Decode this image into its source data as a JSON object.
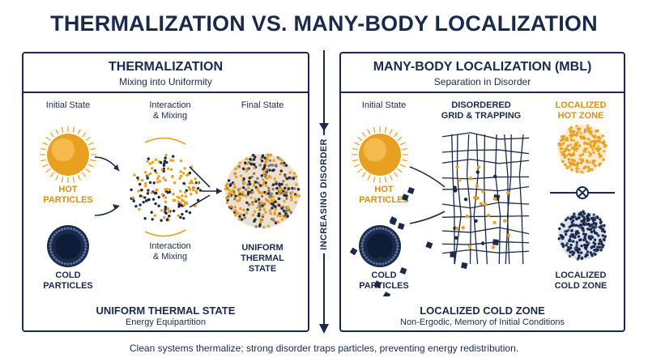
{
  "title": "THERMALIZATION VS. MANY-BODY LOCALIZATION",
  "axis_label": "INCREASING DISORDER",
  "caption": "Clean systems thermalize; strong disorder traps particles, preventing energy redistribution.",
  "colors": {
    "navy": "#1b2a4a",
    "gold": "#e8a020",
    "text_gold": "#d4920e"
  },
  "left": {
    "title": "THERMALIZATION",
    "subtitle": "Mixing into Uniformity",
    "initial_state": "Initial State",
    "interaction_top": [
      "Interaction",
      "& Mixing"
    ],
    "final_state": "Final State",
    "hot": [
      "HOT",
      "PARTICLES"
    ],
    "cold": [
      "COLD",
      "PARTICLES"
    ],
    "interaction_bottom": [
      "Interaction",
      "& Mixing"
    ],
    "uniform": [
      "UNIFORM",
      "THERMAL",
      "STATE"
    ],
    "footer_title": "UNIFORM THERMAL STATE",
    "footer_subtitle": "Energy Equipartition"
  },
  "right": {
    "title": "MANY-BODY LOCALIZATION (MBL)",
    "subtitle": "Separation in Disorder",
    "initial_state": "Initial State",
    "grid": [
      "DISORDERED",
      "GRID & TRAPPING"
    ],
    "hot_zone": [
      "LOCALIZED",
      "HOT ZONE"
    ],
    "hot": [
      "HOT",
      "PARTICLES"
    ],
    "cold": [
      "COLD",
      "PARTICLES"
    ],
    "cold_zone": [
      "LOCALIZED",
      "COLD ZONE"
    ],
    "footer_title": "LOCALIZED COLD ZONE",
    "footer_subtitle": "Non-Ergodic, Memory of Initial Conditions"
  }
}
